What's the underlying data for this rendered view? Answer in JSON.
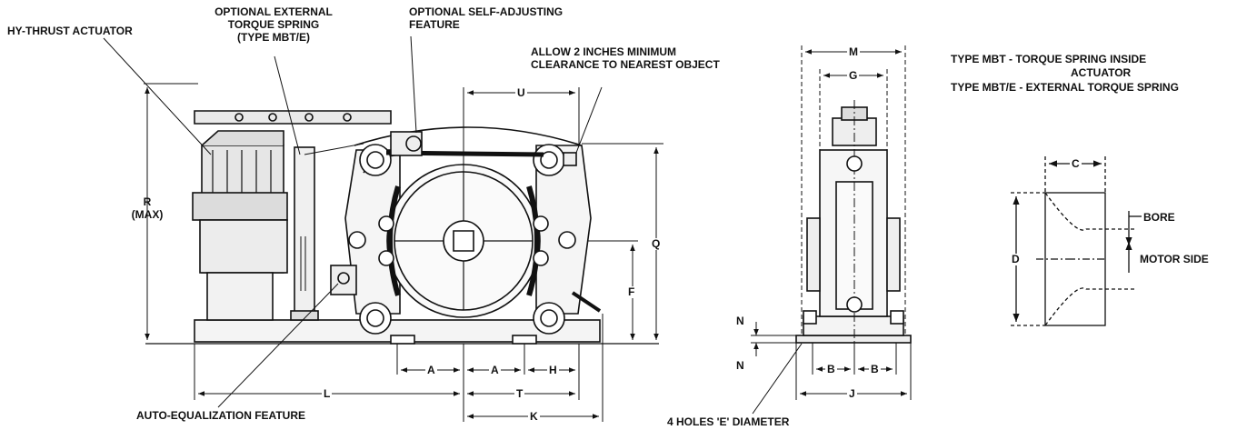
{
  "callouts": {
    "actuator": "HY-THRUST ACTUATOR",
    "spring_line1": "OPTIONAL EXTERNAL",
    "spring_line2": "TORQUE SPRING",
    "spring_line3": "(TYPE MBT/E)",
    "selfadj_line1": "OPTIONAL SELF-ADJUSTING",
    "selfadj_line2": "FEATURE",
    "clearance_line1": "ALLOW 2 INCHES MINIMUM",
    "clearance_line2": "CLEARANCE TO NEAREST OBJECT",
    "auto_eq": "AUTO-EQUALIZATION FEATURE",
    "holes": "4 HOLES 'E' DIAMETER"
  },
  "type_notes": {
    "mbt_line1": "TYPE MBT   - TORQUE SPRING INSIDE",
    "mbt_line2": "ACTUATOR",
    "mbte": "TYPE MBT/E - EXTERNAL TORQUE SPRING"
  },
  "dims": {
    "R": "R",
    "R_sub": "(MAX)",
    "U": "U",
    "Q": "Q",
    "F": "F",
    "A1": "A",
    "A2": "A",
    "H": "H",
    "L": "L",
    "T": "T",
    "K": "K",
    "M": "M",
    "G": "G",
    "N1": "N",
    "N2": "N",
    "B1": "B",
    "B2": "B",
    "J": "J",
    "C": "C",
    "D": "D",
    "bore": "BORE",
    "motor_side": "MOTOR SIDE"
  }
}
